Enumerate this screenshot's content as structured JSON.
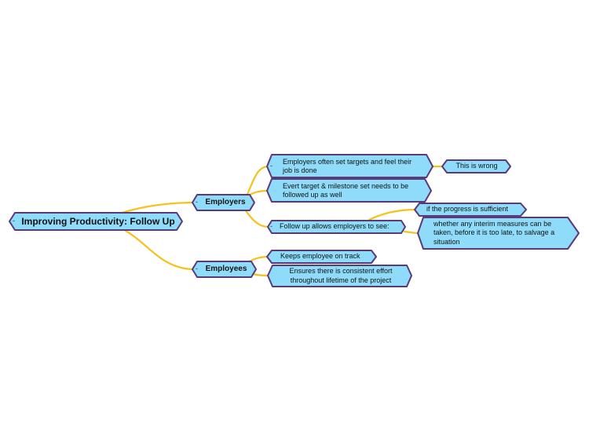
{
  "colors": {
    "node_fill": "#8fdcfa",
    "node_stroke": "#5a3a78",
    "connector": "#f5c21b"
  },
  "collapse_marker": "-",
  "root": {
    "label": "Improving Productivity: Follow Up"
  },
  "employers": {
    "label": "Employers",
    "items": [
      {
        "line1": "Employers often set targets and feel their",
        "line2": "job is done"
      },
      {
        "line1": "Evert target & milestone set needs to be",
        "line2": "followed up as well"
      },
      {
        "line1": "Follow up allows employers to see:"
      }
    ],
    "wrong": "This is wrong",
    "see_items": [
      {
        "line1": "if the progress is sufficient"
      },
      {
        "line1": "whether any interim measures can be",
        "line2": "taken, before it is too late, to salvage a",
        "line3": "situation"
      }
    ]
  },
  "employees": {
    "label": "Employees",
    "items": [
      {
        "line1": "Keeps employee on track"
      },
      {
        "line1": "Ensures there is consistent effort",
        "line2": "throughout lifetime of the project"
      }
    ]
  }
}
